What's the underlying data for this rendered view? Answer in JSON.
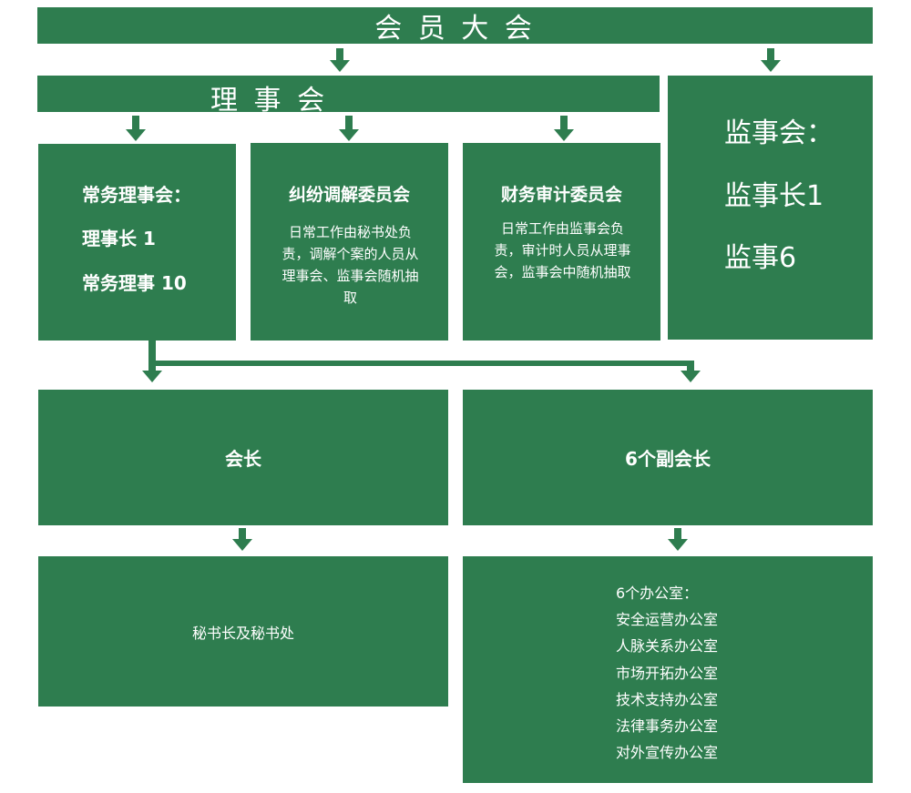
{
  "general_assembly": {
    "title": "会 员 大 会"
  },
  "council": {
    "title": "理 事 会"
  },
  "supervisory": {
    "title": "监事会：",
    "line1": "监事长1",
    "line2": "监事6"
  },
  "standing_council": {
    "title": "常务理事会：",
    "line1": "理事长 1",
    "line2": "常务理事 10"
  },
  "dispute_committee": {
    "title": "纠纷调解委员会",
    "desc": "日常工作由秘书处负责，调解个案的人员从理事会、监事会随机抽取"
  },
  "finance_committee": {
    "title": "财务审计委员会",
    "desc": "日常工作由监事会负责，审计时人员从理事会，监事会中随机抽取"
  },
  "president": {
    "title": "会长"
  },
  "vice_presidents": {
    "title": "6个副会长"
  },
  "secretariat": {
    "title": "秘书长及秘书处"
  },
  "offices": {
    "title": "6个办公室：",
    "items": [
      "安全运营办公室",
      "人脉关系办公室",
      "市场开拓办公室",
      "技术支持办公室",
      "法律事务办公室",
      "对外宣传办公室"
    ]
  },
  "colors": {
    "box": "#2e7d4f",
    "text": "#ffffff",
    "background": "#ffffff"
  }
}
